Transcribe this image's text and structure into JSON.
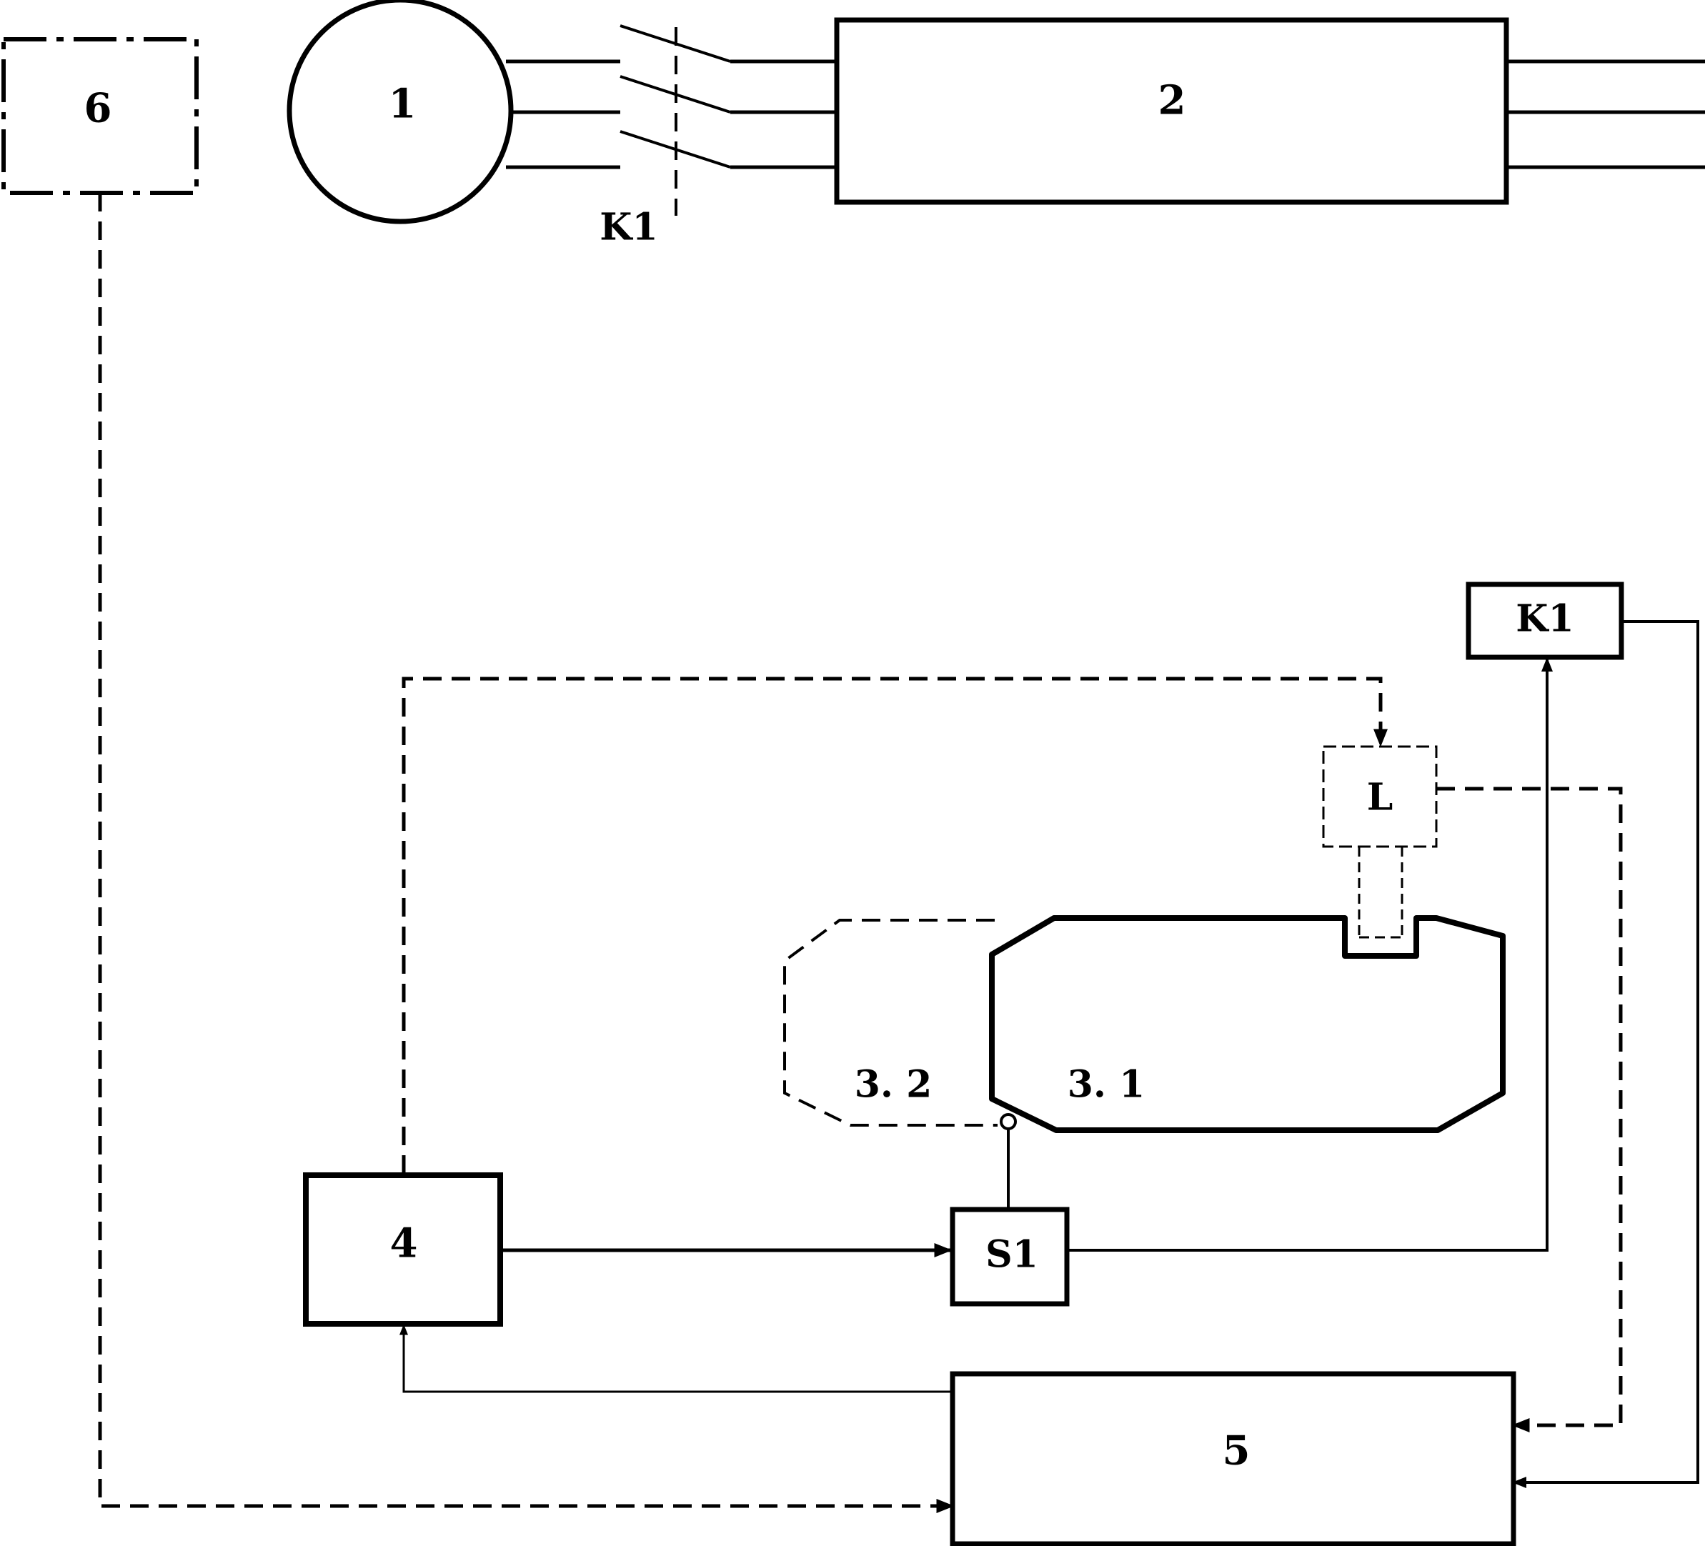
{
  "labels": {
    "block_6": "6",
    "motor_1": "1",
    "block_2": "2",
    "switch_k1": "K1",
    "relay_k1": "K1",
    "sensor_l": "L",
    "part_3_1": "3. 1",
    "part_3_2": "3. 2",
    "block_4": "4",
    "block_s1": "S1",
    "block_5": "5"
  },
  "colors": {
    "line": "#000000",
    "background": "#ffffff"
  }
}
